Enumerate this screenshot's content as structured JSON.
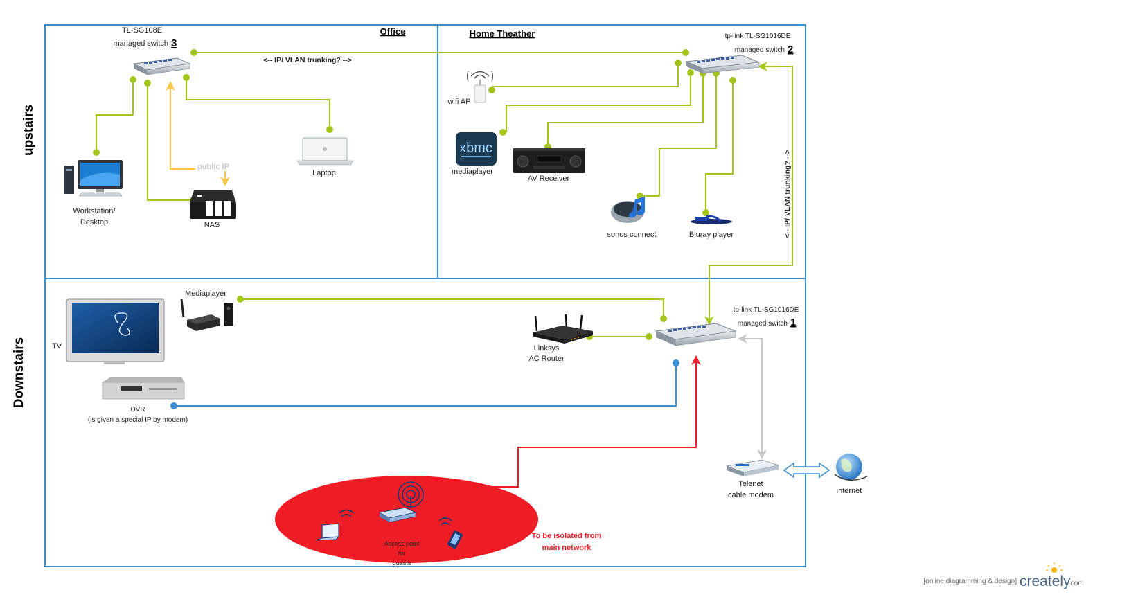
{
  "zones": {
    "upstairs": "upstairs",
    "downstairs": "Downstairs",
    "office": "Office",
    "home_theater": "Home Theather"
  },
  "devices": {
    "switch3": {
      "model": "TL-SG108E",
      "caption": "managed switch",
      "number": "3"
    },
    "switch2": {
      "model": "tp-link TL-SG1016DE",
      "caption": "managed switch",
      "number": "2"
    },
    "switch1": {
      "model": "tp-link TL-SG1016DE",
      "caption": "managed switch",
      "number": "1"
    },
    "workstation": {
      "line1": "Workstation/",
      "line2": "Desktop"
    },
    "nas": "NAS",
    "laptop": "Laptop",
    "wifi_ap": "wifi AP",
    "mediaplayer_ht": "mediaplayer",
    "av_receiver": "AV Receiver",
    "sonos": "sonos connect",
    "bluray": "Bluray player",
    "mediaplayer_ds": "Mediaplayer",
    "tv": "TV",
    "dvr": {
      "line1": "DVR",
      "line2": "(is given a special IP by modem)"
    },
    "router": {
      "line1": "Linksys",
      "line2": "AC Router"
    },
    "modem": {
      "line1": "Telenet",
      "line2": "cable modem"
    },
    "internet": "internet",
    "guest_ap": {
      "line1": "Access point",
      "line2": "for",
      "line3": "guests"
    }
  },
  "links": {
    "vlan_trunk_top": "<--  IP/ VLAN  trunking?  -->",
    "vlan_trunk_side": "<--  IP/ VLAN  trunking?  -->",
    "public_ip": "public IP"
  },
  "notes": {
    "isolated_line1": "To be isolated from",
    "isolated_line2": "main network"
  },
  "branding": {
    "tagline": "[online diagramming & design]",
    "logo": "creately",
    "logo_suffix": ".com"
  },
  "colors": {
    "zone_border": "#3c8fcf",
    "ethernet": "#a5c51c",
    "public_ip": "#f7c84a",
    "dvr_link": "#3a8fd6",
    "guest_link": "#ee1c25",
    "modem_link": "#c8c8c8",
    "internet_link": "#3a8fd6",
    "guest_zone": "#ee1c25"
  }
}
